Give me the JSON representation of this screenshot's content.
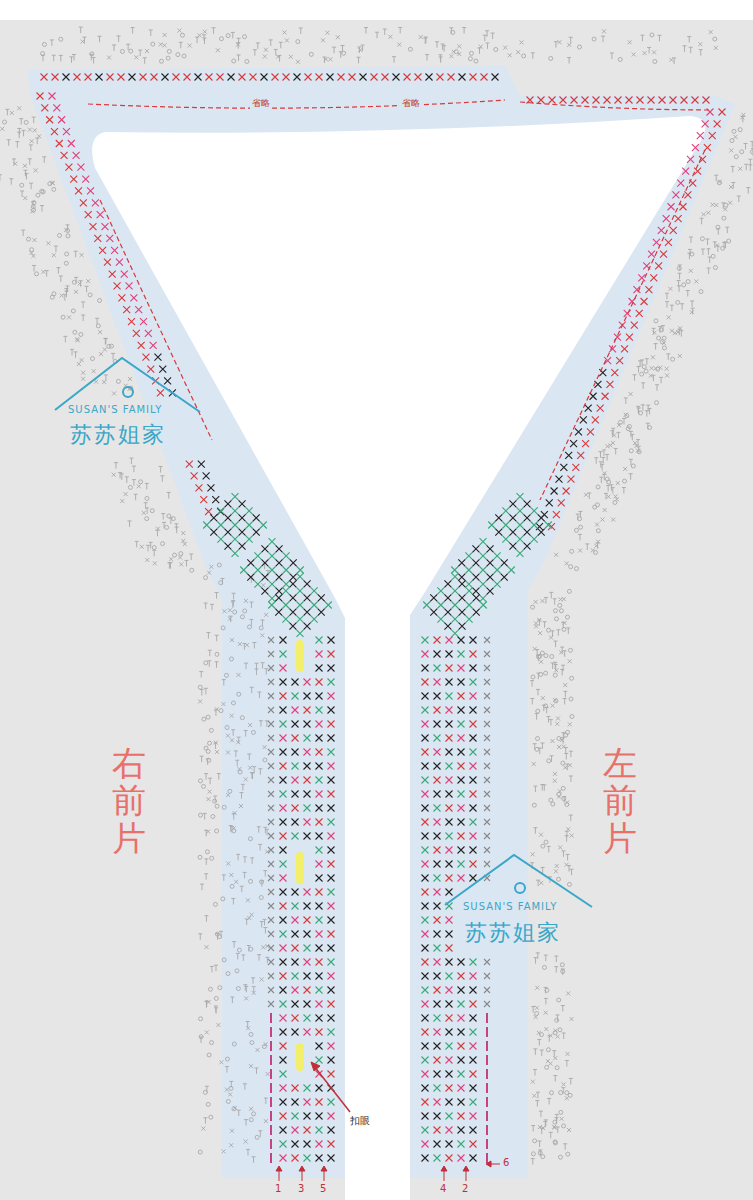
{
  "diagram": {
    "labels": [
      "省略",
      "省略",
      "SUSAN'S FAMILY",
      "苏苏姐家",
      "右前片",
      "左前片",
      "SUSAN'S FAMILY",
      "苏苏姐家",
      "扣眼",
      "1",
      "3",
      "5",
      "4",
      "2",
      "6"
    ]
  }
}
